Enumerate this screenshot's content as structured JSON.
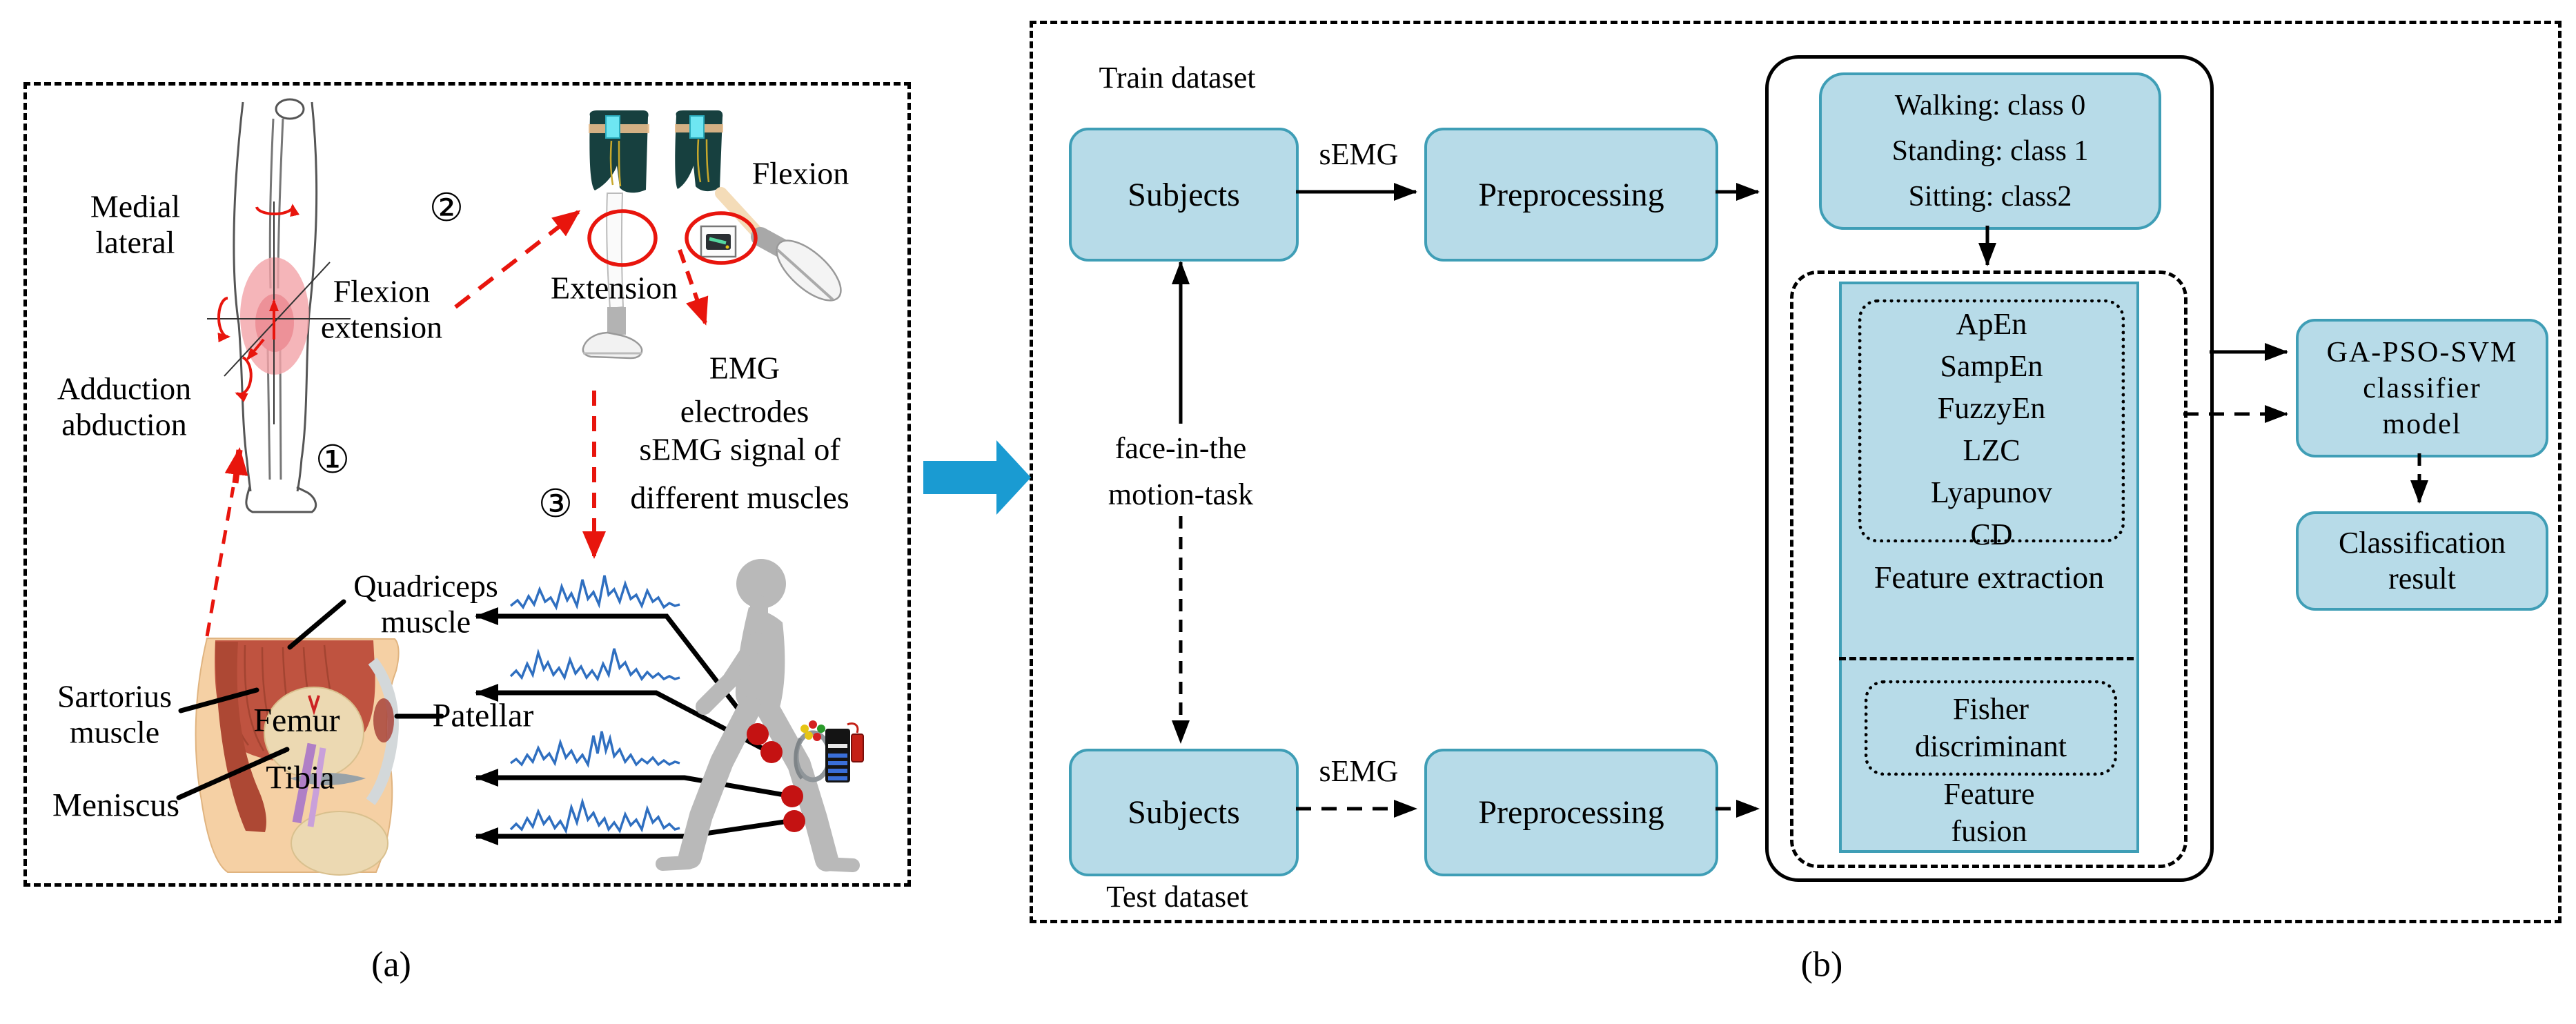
{
  "colors": {
    "box_fill": "#b7dbe8",
    "box_border": "#3f9eb6",
    "panel_border": "#000000",
    "big_arrow_blue": "#1a9bd2",
    "red_accent": "#e8150d",
    "signal_blue": "#2f6fc0",
    "silhouette_gray": "#b9b9b9",
    "knee_highlight_pink": "#f2a3a8"
  },
  "captions": {
    "panel_a": "(a)",
    "panel_b": "(b)"
  },
  "panel_a": {
    "joint_labels": {
      "medial_lateral": [
        "Medial",
        "lateral"
      ],
      "flexion_extension": [
        "Flexion",
        "extension"
      ],
      "adduction_abduction": [
        "Adduction",
        "abduction"
      ]
    },
    "markers": {
      "knee": "①",
      "electrodes": "②",
      "signals": "③"
    },
    "electrode_labels": {
      "flexion": "Flexion",
      "extension": "Extension",
      "emg_electrodes": [
        "EMG",
        "electrodes"
      ]
    },
    "signal_caption": [
      "sEMG signal of",
      "different muscles"
    ],
    "anatomy_labels": {
      "quadriceps": [
        "Quadriceps",
        "muscle"
      ],
      "sartorius": [
        "Sartorius",
        "muscle"
      ],
      "femur": "Femur",
      "patellar": "Patellar",
      "meniscus": "Meniscus",
      "tibia": "Tibia"
    }
  },
  "panel_b": {
    "train_label": "Train dataset",
    "test_label": "Test dataset",
    "subjects_top": "Subjects",
    "subjects_bottom": "Subjects",
    "semg_top": "sEMG",
    "semg_bottom": "sEMG",
    "preprocessing_top": "Preprocessing",
    "preprocessing_bottom": "Preprocessing",
    "face_motion_label": [
      "face-in-the",
      "motion-task"
    ],
    "class_box": [
      "Walking: class 0",
      "Standing: class 1",
      "Sitting: class2"
    ],
    "feature_list": [
      "ApEn",
      "SampEn",
      "FuzzyEn",
      "LZC",
      "Lyapunov",
      "CD"
    ],
    "feature_extraction_label": "Feature extraction",
    "fisher_label": [
      "Fisher",
      "discriminant"
    ],
    "feature_fusion_label": [
      "Feature",
      "fusion"
    ],
    "classifier_box": [
      "GA-PSO-SVM",
      "classifier",
      "model"
    ],
    "result_box": [
      "Classification",
      "result"
    ]
  }
}
